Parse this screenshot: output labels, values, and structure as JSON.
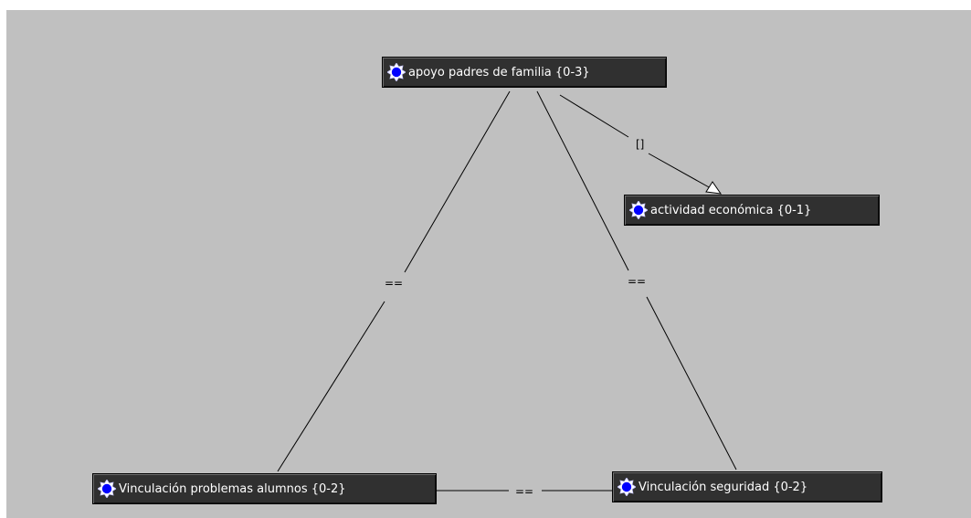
{
  "diagram": {
    "nodes": [
      {
        "id": "apoyo",
        "label": "apoyo padres de familia {0-3}",
        "icon": "node-gear-icon"
      },
      {
        "id": "actividad",
        "label": "actividad económica {0-1}",
        "icon": "node-gear-icon"
      },
      {
        "id": "vinc_prob",
        "label": "Vinculación problemas alumnos {0-2}",
        "icon": "node-gear-icon"
      },
      {
        "id": "vinc_seg",
        "label": "Vinculación seguridad {0-2}",
        "icon": "node-gear-icon"
      }
    ],
    "edges": [
      {
        "from": "apoyo",
        "to": "vinc_prob",
        "label": "==",
        "directed": false
      },
      {
        "from": "apoyo",
        "to": "vinc_seg",
        "label": "==",
        "directed": false
      },
      {
        "from": "apoyo",
        "to": "actividad",
        "label": "[]",
        "directed": true
      },
      {
        "from": "vinc_prob",
        "to": "vinc_seg",
        "label": "==",
        "directed": false
      }
    ],
    "colors": {
      "background": "#c0c0c0",
      "node_fill": "#303030",
      "node_text": "#ffffff",
      "icon_center": "#0000ff"
    }
  }
}
